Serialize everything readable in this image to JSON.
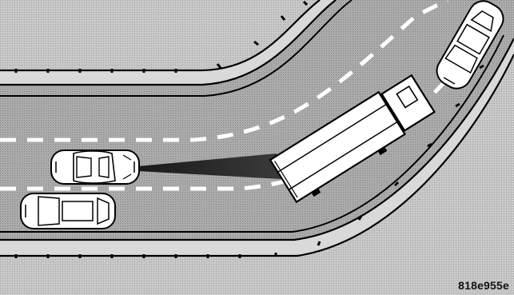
{
  "figure": {
    "id_label": "818e955e",
    "colors": {
      "ground": "#c9c9c9",
      "ground_dot": "#9a9a9a",
      "road": "#b3b3b3",
      "road_dot": "#7f7f7f",
      "outline": "#000000",
      "lane_marking": "#ffffff",
      "vehicle_fill": "#ffffff",
      "radar_beam": "#2a2a2a"
    },
    "icons": [
      "curved-highway",
      "ego-car",
      "adjacent-lane-car",
      "truck",
      "oncoming-car",
      "radar-beam"
    ]
  }
}
